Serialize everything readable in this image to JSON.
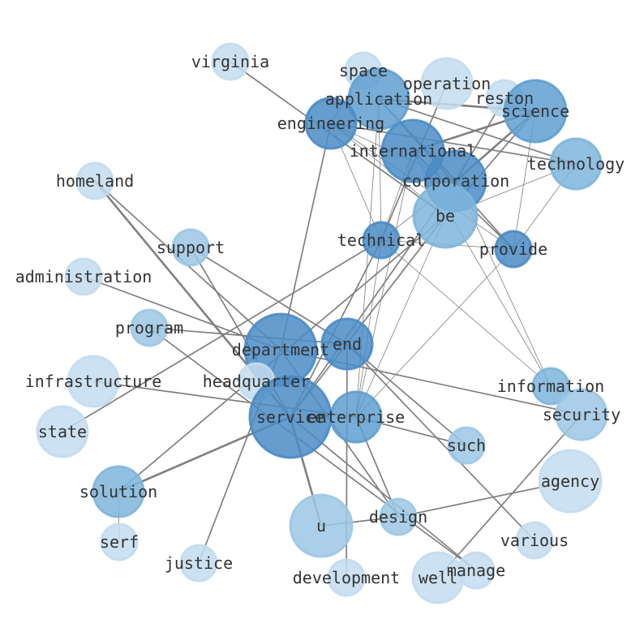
{
  "diagram": {
    "type": "network",
    "edge_color": "#808080",
    "node_colors": {
      "light": "#c3dcee",
      "medlight": "#9cc7e4",
      "medium": "#7fb5dc",
      "meddark": "#5f9fd0",
      "dark": "#4a8cc6"
    },
    "nodes": [
      {
        "id": "virginia",
        "shade": "light"
      },
      {
        "id": "space",
        "shade": "light"
      },
      {
        "id": "operation",
        "shade": "light"
      },
      {
        "id": "reston",
        "shade": "light"
      },
      {
        "id": "application",
        "shade": "meddark"
      },
      {
        "id": "science",
        "shade": "meddark"
      },
      {
        "id": "engineering",
        "shade": "dark"
      },
      {
        "id": "international",
        "shade": "dark"
      },
      {
        "id": "technology",
        "shade": "medium"
      },
      {
        "id": "corporation",
        "shade": "dark"
      },
      {
        "id": "homeland",
        "shade": "light"
      },
      {
        "id": "be",
        "shade": "medium"
      },
      {
        "id": "technical",
        "shade": "dark"
      },
      {
        "id": "provide",
        "shade": "dark"
      },
      {
        "id": "support",
        "shade": "medlight"
      },
      {
        "id": "administration",
        "shade": "light"
      },
      {
        "id": "program",
        "shade": "medlight"
      },
      {
        "id": "department",
        "shade": "dark"
      },
      {
        "id": "end",
        "shade": "dark"
      },
      {
        "id": "infrastructure",
        "shade": "light"
      },
      {
        "id": "headquarter",
        "shade": "light"
      },
      {
        "id": "information",
        "shade": "medium"
      },
      {
        "id": "service",
        "shade": "dark"
      },
      {
        "id": "enterprise",
        "shade": "meddark"
      },
      {
        "id": "security",
        "shade": "medlight"
      },
      {
        "id": "state",
        "shade": "light"
      },
      {
        "id": "such",
        "shade": "medlight"
      },
      {
        "id": "agency",
        "shade": "light"
      },
      {
        "id": "solution",
        "shade": "medium"
      },
      {
        "id": "design",
        "shade": "medlight"
      },
      {
        "id": "u",
        "shade": "medlight"
      },
      {
        "id": "serf",
        "shade": "light"
      },
      {
        "id": "various",
        "shade": "light"
      },
      {
        "id": "justice",
        "shade": "light"
      },
      {
        "id": "development",
        "shade": "light"
      },
      {
        "id": "well",
        "shade": "light"
      },
      {
        "id": "manage",
        "shade": "light"
      }
    ],
    "edges": [
      [
        "virginia",
        "be",
        2
      ],
      [
        "homeland",
        "service",
        3
      ],
      [
        "homeland",
        "department",
        2
      ],
      [
        "support",
        "end",
        2
      ],
      [
        "support",
        "service",
        2
      ],
      [
        "administration",
        "department",
        2
      ],
      [
        "program",
        "end",
        2
      ],
      [
        "program",
        "manage",
        2
      ],
      [
        "infrastructure",
        "enterprise",
        2
      ],
      [
        "state",
        "technical",
        2
      ],
      [
        "solution",
        "service",
        3
      ],
      [
        "solution",
        "be",
        2
      ],
      [
        "solution",
        "serf",
        1
      ],
      [
        "justice",
        "department",
        2
      ],
      [
        "u",
        "service",
        3
      ],
      [
        "u",
        "design",
        2
      ],
      [
        "development",
        "end",
        2
      ],
      [
        "well",
        "security",
        2
      ],
      [
        "agency",
        "design",
        2
      ],
      [
        "various",
        "end",
        2
      ],
      [
        "such",
        "enterprise",
        2
      ],
      [
        "such",
        "end",
        2
      ],
      [
        "design",
        "enterprise",
        2
      ],
      [
        "design",
        "department",
        2
      ],
      [
        "manage",
        "service",
        2
      ],
      [
        "service",
        "be",
        2
      ],
      [
        "service",
        "corporation",
        2
      ],
      [
        "service",
        "technical",
        2
      ],
      [
        "department",
        "engineering",
        2
      ],
      [
        "department",
        "security",
        2
      ],
      [
        "enterprise",
        "technical",
        1
      ],
      [
        "enterprise",
        "be",
        1
      ],
      [
        "enterprise",
        "provide",
        1
      ],
      [
        "enterprise",
        "application",
        1
      ],
      [
        "enterprise",
        "international",
        1
      ],
      [
        "information",
        "technical",
        1
      ],
      [
        "information",
        "corporation",
        1
      ],
      [
        "information",
        "international",
        1
      ],
      [
        "application",
        "science",
        3
      ],
      [
        "application",
        "technology",
        2
      ],
      [
        "application",
        "provide",
        2
      ],
      [
        "application",
        "corporation",
        2
      ],
      [
        "application",
        "technical",
        1
      ],
      [
        "engineering",
        "space",
        1
      ],
      [
        "engineering",
        "corporation",
        1
      ],
      [
        "engineering",
        "be",
        1
      ],
      [
        "engineering",
        "provide",
        1
      ],
      [
        "engineering",
        "technical",
        1
      ],
      [
        "engineering",
        "technology",
        2
      ],
      [
        "operation",
        "technical",
        2
      ],
      [
        "reston",
        "corporation",
        2
      ],
      [
        "science",
        "international",
        3
      ],
      [
        "science",
        "corporation",
        3
      ],
      [
        "science",
        "provide",
        1
      ],
      [
        "science",
        "be",
        2
      ],
      [
        "technology",
        "be",
        1
      ],
      [
        "technology",
        "provide",
        1
      ],
      [
        "international",
        "technical",
        1
      ],
      [
        "international",
        "provide",
        2
      ],
      [
        "technical",
        "provide",
        1
      ],
      [
        "technical",
        "corporation",
        1
      ]
    ]
  }
}
